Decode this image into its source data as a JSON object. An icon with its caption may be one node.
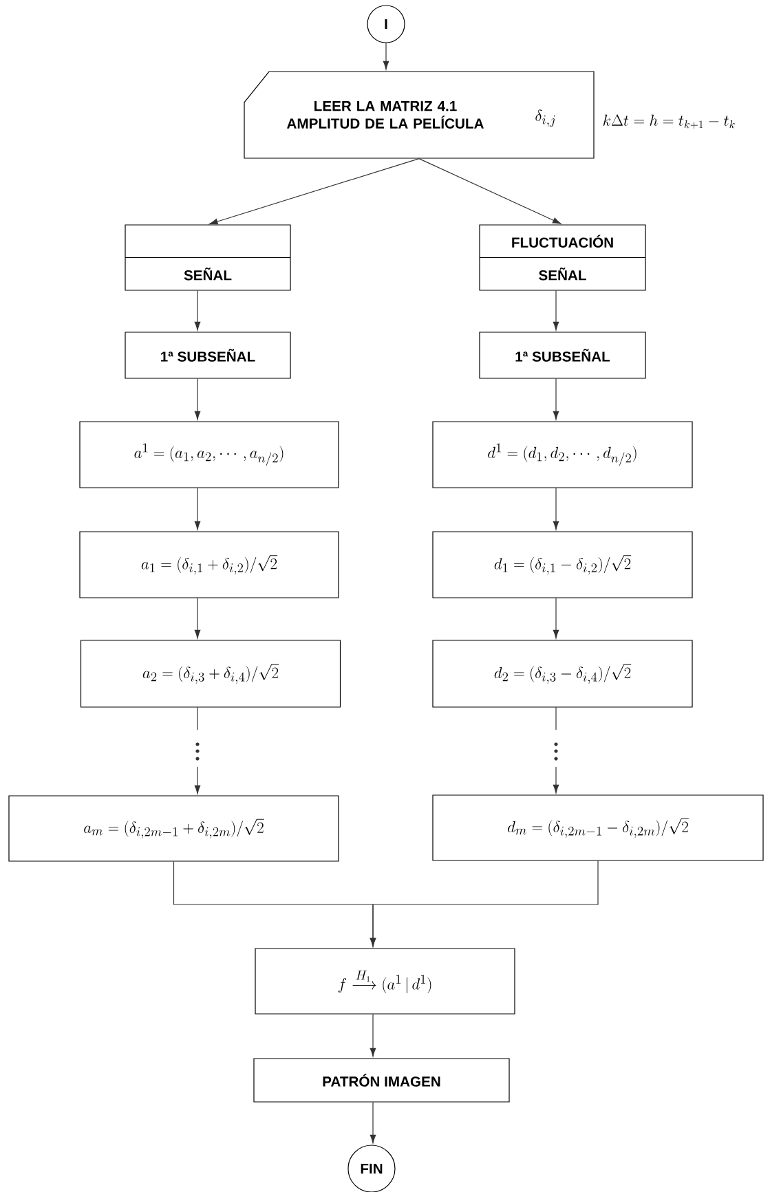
{
  "diagram": {
    "nodes": [
      {
        "text": [
          "I"
        ]
      },
      {
        "text": [
          "LEER LA MATRIZ 4.1 AMPLITUD DE LA PELÍCULA",
          "\\delta_{i,j}"
        ],
        "beside": [
          "k\\Delta t = h = t_{k+1} - t_{k}"
        ]
      },
      {
        "text": [
          "SEÑAL"
        ]
      },
      {
        "text": [
          "FLUCTUACIÓN",
          "SEÑAL"
        ]
      },
      {
        "text": [
          "1ª SUBSEÑAL"
        ]
      },
      {
        "text": [
          "1ª SUBSEÑAL"
        ]
      },
      {
        "text": [
          "a^{1} = (a_{1}, a_{2}, \\cdots, a_{n/2})"
        ]
      },
      {
        "text": [
          "d^{1} = (d_{1}, d_{2}, \\cdots, d_{n/2})"
        ]
      },
      {
        "text": [
          "a_{1} = (\\delta_{i,1} + \\delta_{i,2}) / \\sqrt{2}"
        ]
      },
      {
        "text": [
          "d_{1} = (\\delta_{i,1} - \\delta_{i,2}) / \\sqrt{2}"
        ]
      },
      {
        "text": [
          "a_{2} = (\\delta_{i,3} + \\delta_{i,4}) / \\sqrt{2}"
        ]
      },
      {
        "text": [
          "d_{2} = (\\delta_{i,3} - \\delta_{i,4}) / \\sqrt{2}"
        ]
      },
      {
        "text": [
          "a_{m} = (\\delta_{i,2m-1} + \\delta_{i,2m}) / \\sqrt{2}"
        ]
      },
      {
        "text": [
          "d_{m} = (\\delta_{i,2m-1} - \\delta_{i,2m}) / \\sqrt{2}"
        ]
      },
      {
        "text": [
          "f \\xrightarrow{H_{1}} (a^{1} \\,|\\, d^{1})"
        ]
      },
      {
        "text": [
          "PATRÓN IMAGEN"
        ]
      },
      {
        "text": [
          "FIN"
        ]
      }
    ],
    "edges": [
      {
        "from": 0,
        "to": 1,
        "arrow": "to"
      },
      {
        "from": 1,
        "to": 2,
        "arrow": "to"
      },
      {
        "from": 1,
        "to": 3,
        "arrow": "to"
      },
      {
        "from": 2,
        "to": 4,
        "arrow": "to"
      },
      {
        "from": 3,
        "to": 5,
        "arrow": "to"
      },
      {
        "from": 4,
        "to": 6,
        "arrow": "to"
      },
      {
        "from": 5,
        "to": 7,
        "arrow": "to"
      },
      {
        "from": 6,
        "to": 8,
        "arrow": "to"
      },
      {
        "from": 7,
        "to": 9,
        "arrow": "to"
      },
      {
        "from": 8,
        "to": 10,
        "arrow": "to"
      },
      {
        "from": 9,
        "to": 11,
        "arrow": "to"
      },
      {
        "from": 10,
        "to": 12,
        "arrow": "to",
        "style": "dashed"
      },
      {
        "from": 11,
        "to": 13,
        "arrow": "to",
        "style": "dashed"
      },
      {
        "from": 12,
        "to": 14,
        "arrow": "to"
      },
      {
        "from": 13,
        "to": 14,
        "arrow": "to"
      },
      {
        "from": 14,
        "to": 15,
        "arrow": "to"
      },
      {
        "from": 15,
        "to": 16,
        "arrow": "to"
      }
    ]
  }
}
